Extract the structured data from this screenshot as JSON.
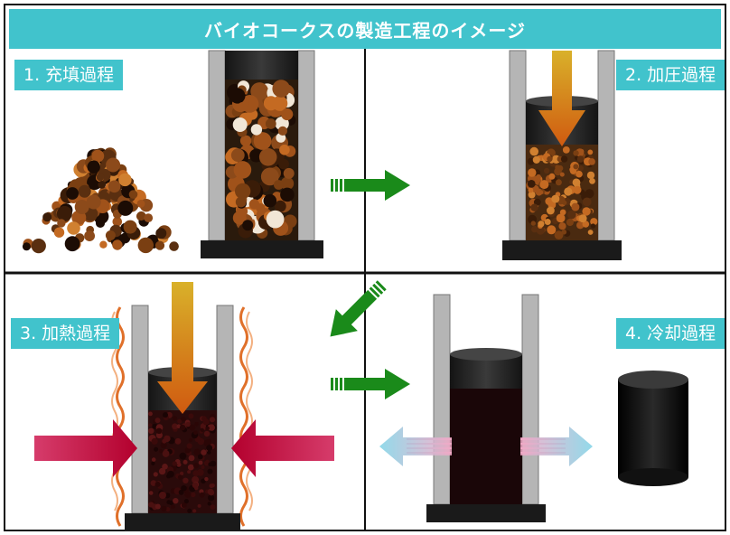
{
  "title": "バイオコークスの製造工程のイメージ",
  "steps": [
    {
      "label": "1. 充填過程"
    },
    {
      "label": "2. 加圧過程"
    },
    {
      "label": "3. 加熱過程"
    },
    {
      "label": "4. 冷却過程"
    }
  ],
  "colors": {
    "accent": "#41c3cc",
    "arrow_green": "#1a8a1a",
    "press_arrow": "#e07a10",
    "heat_arrow": "#c8164a",
    "cool_arrow": "#7fd3e6",
    "cylinder_gray": "#b7b7b7",
    "base_black": "#1a1a1a"
  }
}
